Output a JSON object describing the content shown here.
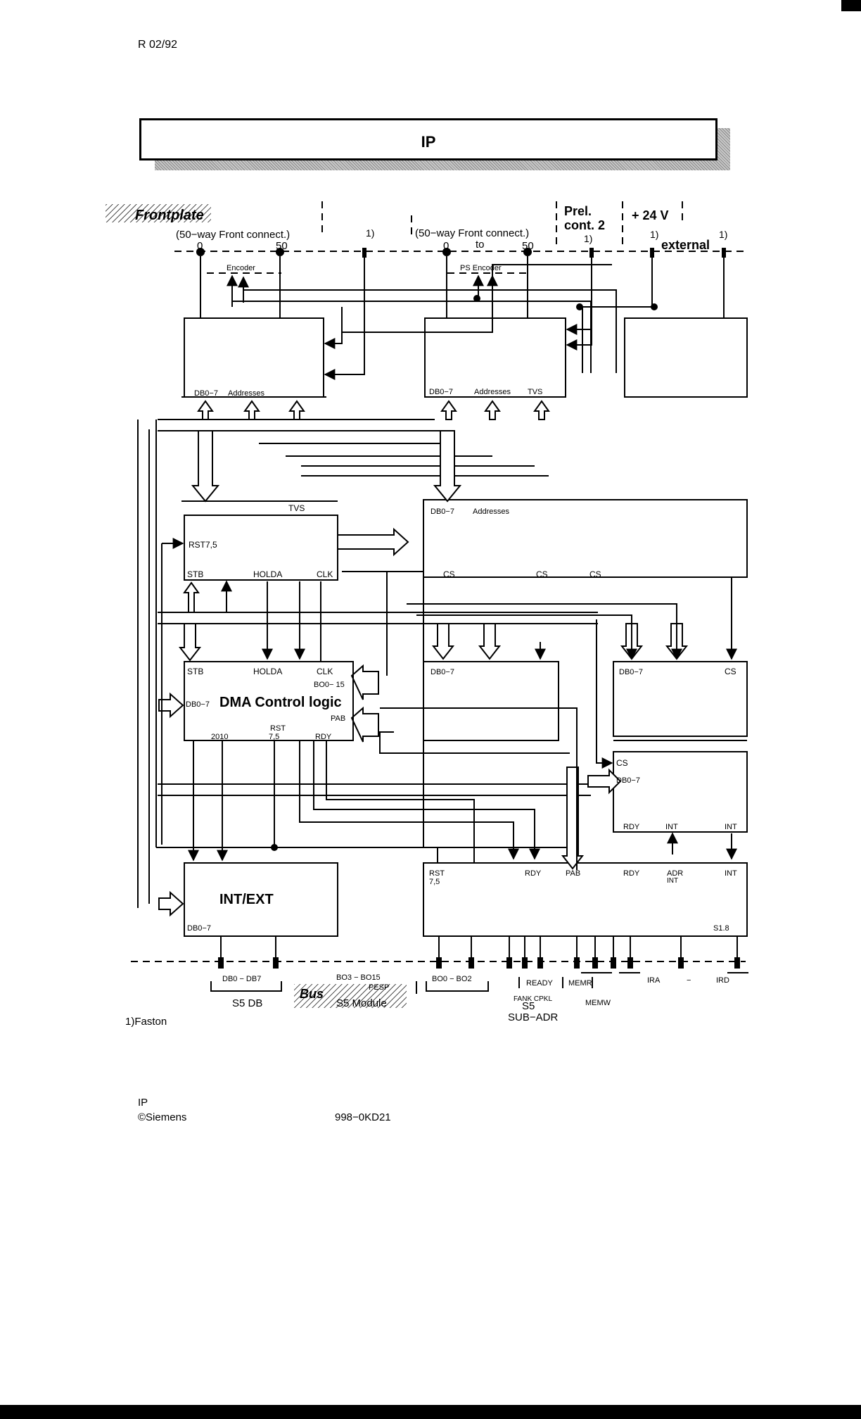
{
  "header": {
    "revision": "R 02/92",
    "title": "IP"
  },
  "diagram": {
    "frontplate": "Frontplate",
    "connector_left": "(50−way Front connect.)",
    "connector_right": "(50−way Front connect.)",
    "pin_0": "0",
    "pin_50": "50",
    "pin_0b": "0",
    "pin_to": "to",
    "pin_50b": "50",
    "footnote_ref": "1)",
    "prel_1": "Prel.",
    "prel_2": "cont. 2",
    "supply": "+ 24 V",
    "external": "external",
    "encoder": "Encoder",
    "ps_encoder": "PS Encoder",
    "box1_db": "DB0−7",
    "box1_addr": "Addresses",
    "box2_db": "DB0−7",
    "box2_addr": "Addresses",
    "box2_tvs": "TVS",
    "tvs": "TVS",
    "rst75": "RST7,5",
    "stb": "STB",
    "holda": "HOLDA",
    "clk": "CLK",
    "big_db": "DB0−7",
    "big_addr": "Addresses",
    "cs": "CS",
    "dma_stb": "STB",
    "dma_holda": "HOLDA",
    "dma_clk": "CLK",
    "dma_bo": "BO0− 15",
    "dma_db": "DB0−7",
    "dma_title": "DMA Control logic",
    "dma_pab": "PAB",
    "dma_rst": "RST",
    "dma_rst2": "7,5",
    "dma_2010": "2010",
    "dma_rdy": "RDY",
    "mid_db": "DB0−7",
    "right_db": "DB0−7",
    "right_cs": "CS",
    "r2_cs": "CS",
    "r2_db": "DB0−7",
    "r2_rdy": "RDY",
    "r2_int": "INT",
    "r2_int2": "INT",
    "bot_rst": "RST",
    "bot_rst2": "7,5",
    "bot_rdy": "RDY",
    "bot_pab": "PAB",
    "bot_rdy2": "RDY",
    "bot_adr": "ADR",
    "bot_adr2": "INT",
    "bot_int": "INT",
    "bot_s18": "S1.8",
    "int_ext": "INT/EXT",
    "int_db": "DB0−7",
    "bus_db": "DB0  −  DB7",
    "bus_s5db": "S5 DB",
    "bus_bo3": "BO3 − BO15",
    "bus_pesp": "PESP",
    "bus_label": "Bus",
    "bus_module": "S5 Module",
    "bus_bo0": "BO0  − BO2",
    "bus_ready": "READY",
    "bus_memr": "MEMR",
    "bus_memw": "MEMW",
    "bus_fank": "FANK CPKL",
    "bus_s5": "S5",
    "bus_sub": "SUB−ADR",
    "bus_ira": "IRA",
    "bus_dash": "−",
    "bus_ird": "IRD"
  },
  "footer": {
    "faston": "1)Faston",
    "line1": "IP",
    "line2": "©Siemens",
    "code": "998−0KD21"
  }
}
